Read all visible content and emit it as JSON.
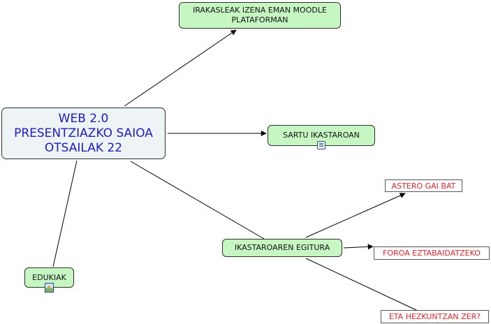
{
  "main_node": {
    "lines": [
      "WEB 2.0",
      "PRESENTZIAZKO SAIOA",
      "OTSAILAK 22"
    ]
  },
  "nodes": {
    "irakasleak": [
      "IRAKASLEAK IZENA EMAN MOODLE",
      "PLATAFORMAN"
    ],
    "sartu": "SARTU IKASTAROAN",
    "egitura": "IKASTAROAREN EGITURA",
    "edukiak": "EDUKIAK"
  },
  "labels": {
    "astero": "ASTERO GAI BAT",
    "foroa": "FOROA EZTABAIDATZEKO",
    "eta": "ETA HEZKUNTZAN ZER?"
  },
  "icons": {
    "sartu_resource": "document-icon",
    "edukiak_resource": "image-icon"
  },
  "colors": {
    "concept_fill": "#c6f7c3",
    "main_fill": "#eef3f6",
    "main_text": "#1c1cc4",
    "label_text": "#e4262a"
  }
}
